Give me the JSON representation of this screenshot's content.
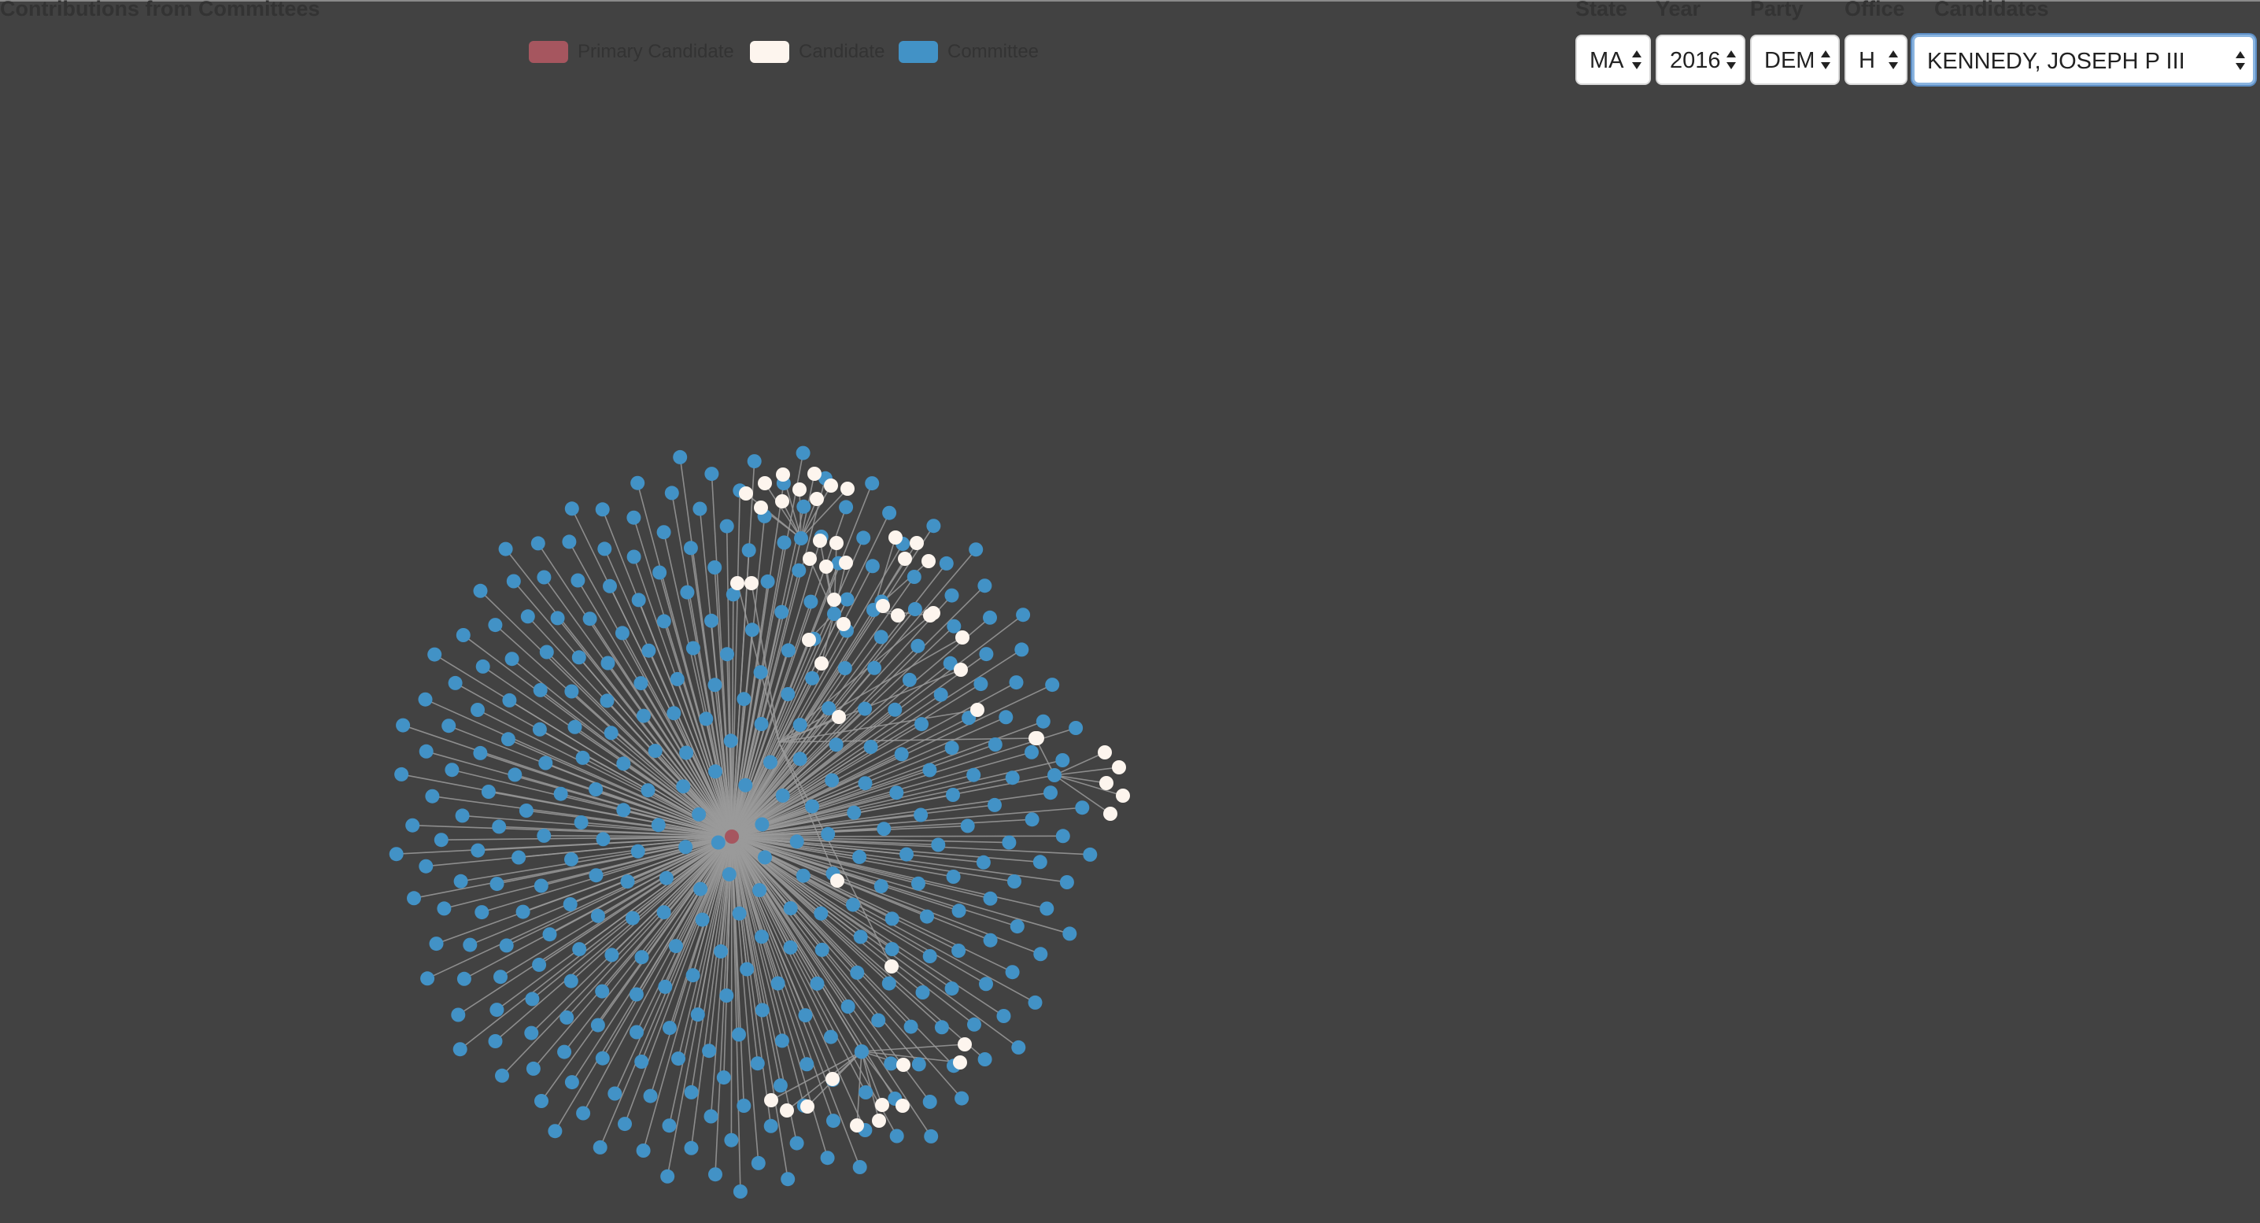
{
  "page": {
    "title": "Contributions from Committees"
  },
  "legend": [
    {
      "label": "Primary Candidate",
      "color": "#a6565f"
    },
    {
      "label": "Candidate",
      "color": "#fdf5ee"
    },
    {
      "label": "Committee",
      "color": "#4292c6"
    }
  ],
  "filters": {
    "state": {
      "label": "State",
      "value": "MA"
    },
    "year": {
      "label": "Year",
      "value": "2016"
    },
    "party": {
      "label": "Party",
      "value": "DEM"
    },
    "office": {
      "label": "Office",
      "value": "H"
    },
    "candidates": {
      "label": "Candidates",
      "value": "KENNEDY, JOSEPH P III"
    }
  },
  "graph": {
    "colors": {
      "primary": "#a6565f",
      "candidate": "#fdf5ee",
      "committee": "#4292c6",
      "link": "#9a9a9a",
      "background": "#424242"
    },
    "primary_candidate_count": 1,
    "committee_count": 348,
    "candidate_count": 62
  }
}
